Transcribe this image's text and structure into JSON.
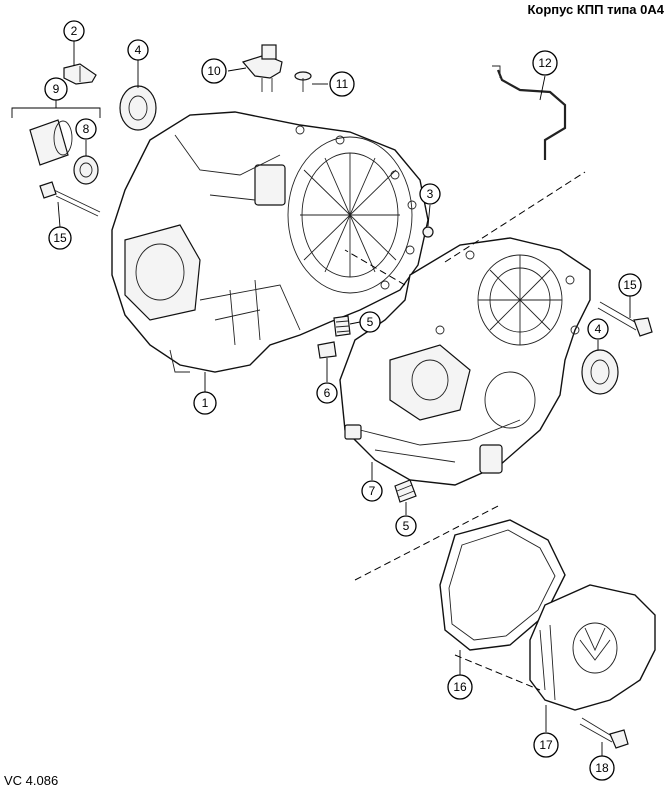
{
  "title": "Корпус КПП типа 0А4",
  "figure_code": "VC 4.086",
  "callouts": [
    "2",
    "4",
    "10",
    "11",
    "12",
    "9",
    "8",
    "3",
    "15",
    "15",
    "5",
    "4",
    "6",
    "1",
    "7",
    "5",
    "16",
    "17",
    "18"
  ]
}
